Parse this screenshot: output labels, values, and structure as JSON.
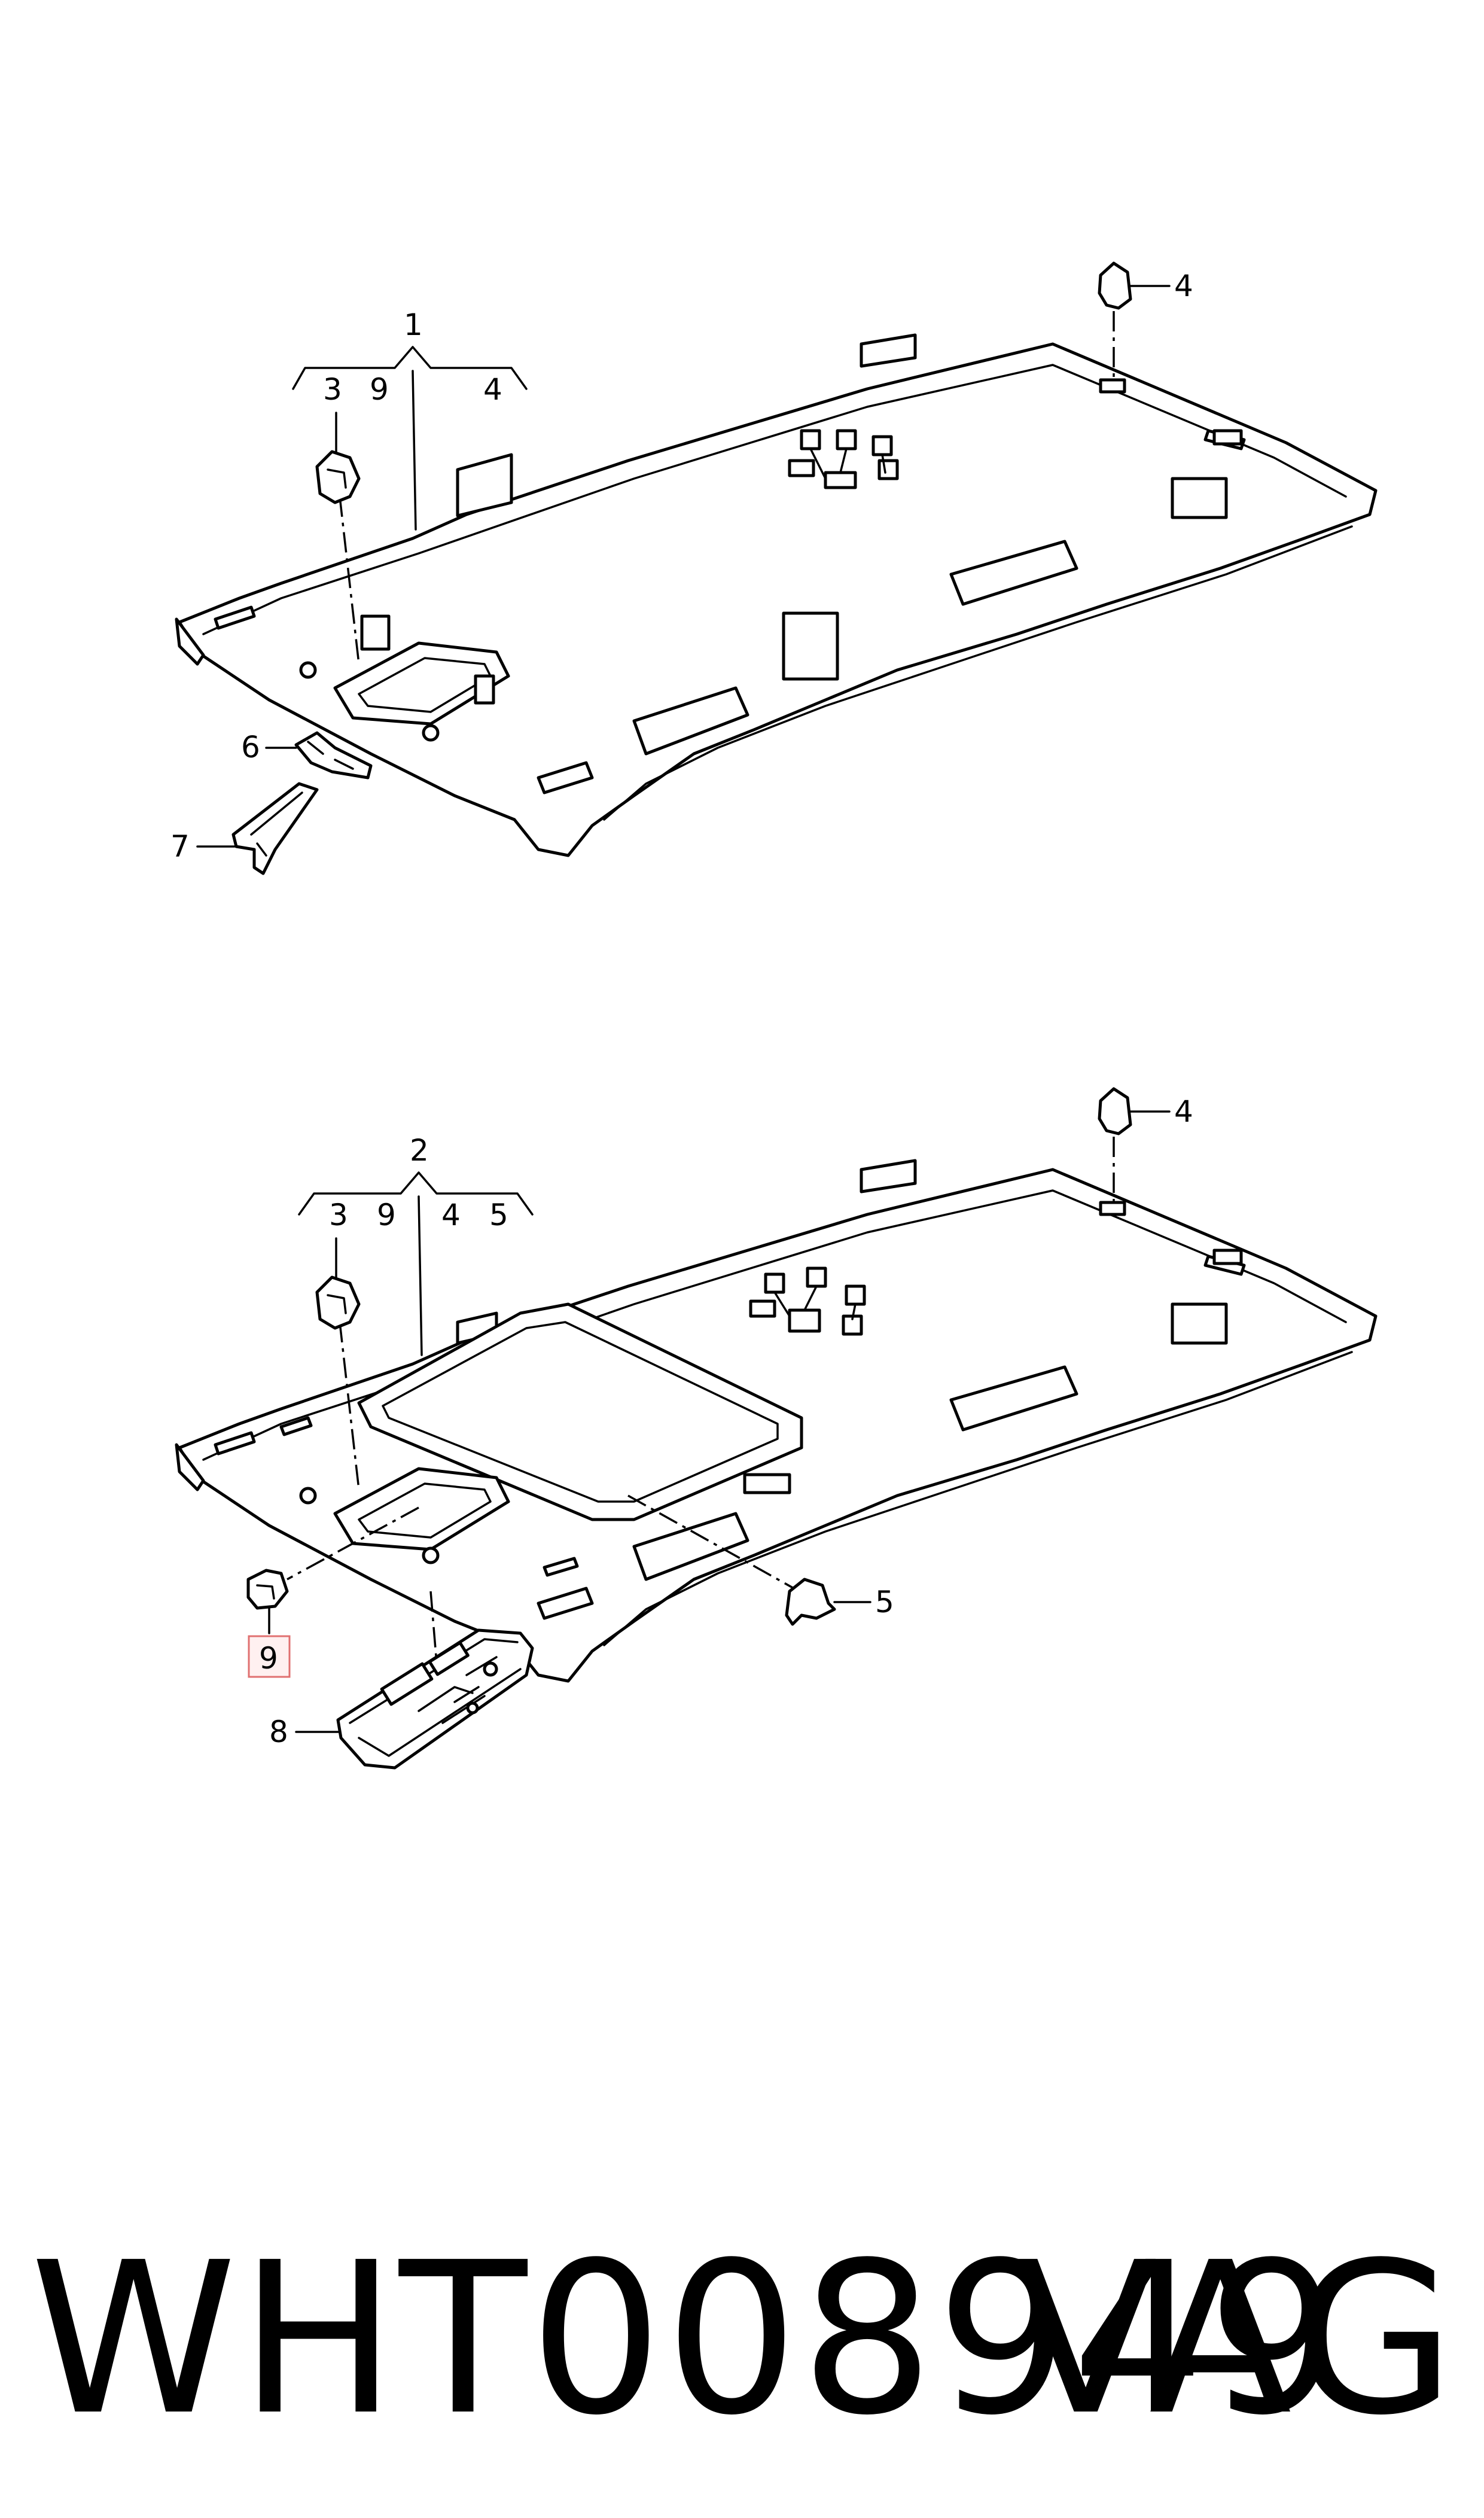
{
  "upper": {
    "main_label": "1",
    "sub_labels": [
      "3",
      "9",
      "4"
    ],
    "callouts": {
      "clip_top": "4",
      "clip_left": "3",
      "bracket": "6",
      "trim": "7"
    }
  },
  "lower": {
    "main_label": "2",
    "sub_labels": [
      "3",
      "9",
      "4",
      "5"
    ],
    "callouts": {
      "clip_top": "4",
      "clip_left": "3",
      "clip_right": "5",
      "clip_small": "9",
      "console": "8"
    }
  },
  "footer": {
    "part_number": "WHT008949",
    "brand": "VAG"
  },
  "colors": {
    "line": "#000000",
    "highlight_border": "#e07070",
    "highlight_fill": "#fff0f0"
  }
}
